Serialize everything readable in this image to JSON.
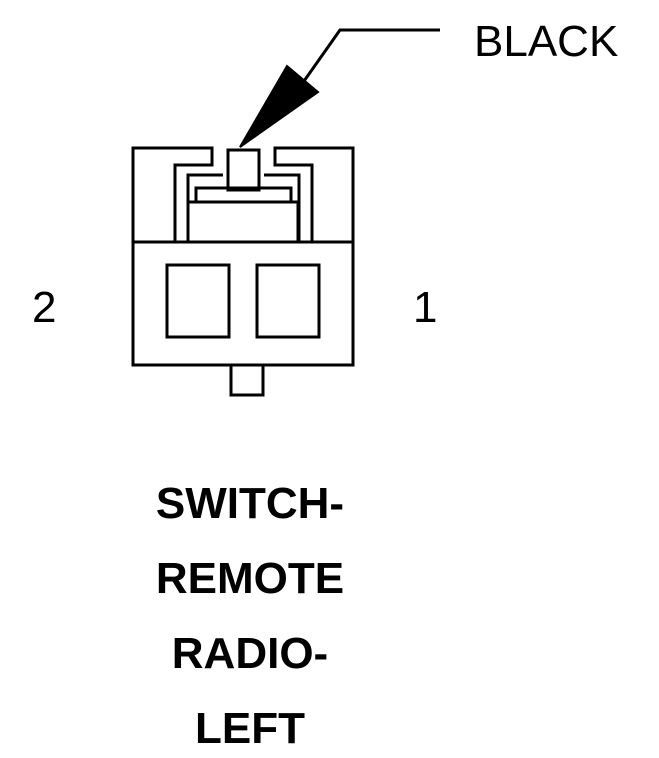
{
  "connector": {
    "wire_color_label": "BLACK",
    "pin_labels": {
      "left": "2",
      "right": "1"
    },
    "title_lines": [
      "SWITCH-",
      "REMOTE",
      "RADIO-",
      "LEFT"
    ]
  },
  "colors": {
    "stroke": "#000000",
    "background": "#ffffff"
  }
}
